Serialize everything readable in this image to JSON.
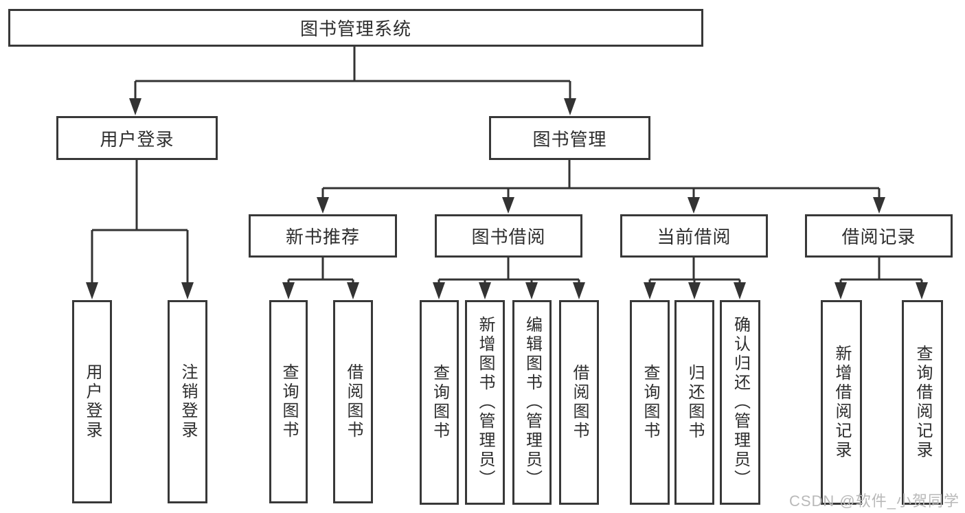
{
  "diagram": {
    "root": {
      "label": "图书管理系统"
    },
    "branches": [
      {
        "label": "用户登录",
        "children": [
          {
            "label": "用户登录"
          },
          {
            "label": "注销登录"
          }
        ]
      },
      {
        "label": "图书管理",
        "groups": [
          {
            "label": "新书推荐",
            "children": [
              {
                "label": "查询图书"
              },
              {
                "label": "借阅图书"
              }
            ]
          },
          {
            "label": "图书借阅",
            "children": [
              {
                "label": "查询图书"
              },
              {
                "label": "新增图书（管理员）"
              },
              {
                "label": "编辑图书（管理员）"
              },
              {
                "label": "借阅图书"
              }
            ]
          },
          {
            "label": "当前借阅",
            "children": [
              {
                "label": "查询图书"
              },
              {
                "label": "归还图书"
              },
              {
                "label": "确认归还（管理员）"
              }
            ]
          },
          {
            "label": "借阅记录",
            "children": [
              {
                "label": "新增借阅记录"
              },
              {
                "label": "查询借阅记录"
              }
            ]
          }
        ]
      }
    ]
  },
  "watermark": {
    "text": "CSDN @软件_小贺同学"
  },
  "colors": {
    "line": "#333333",
    "box_border": "#383838",
    "text": "#2d2d2d",
    "watermark": "#b9b9b9",
    "background": "#ffffff"
  }
}
